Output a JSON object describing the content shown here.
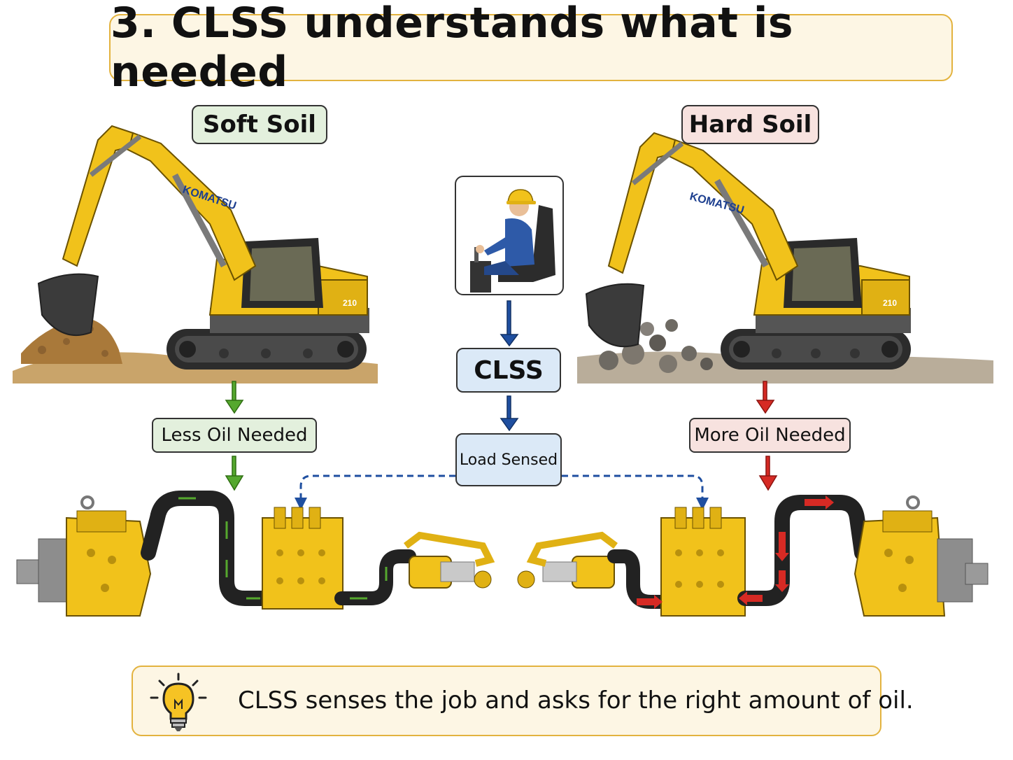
{
  "title": "3.  CLSS understands what is needed",
  "left": {
    "label": "Soft Soil",
    "need": "Less Oil Needed",
    "brand": "KOMATSU",
    "model": "210"
  },
  "right": {
    "label": "Hard Soil",
    "need": "More Oil Needed",
    "brand": "KOMATSU",
    "model": "210"
  },
  "center": {
    "system": "CLSS",
    "signal": "Load Sensed"
  },
  "tip": {
    "text": "CLSS senses the job and asks for the right amount of oil.",
    "icon": "lightbulb-icon"
  },
  "colors": {
    "accent": "#e3b33f",
    "machine_yellow": "#f1c21b",
    "soft_green": "#55a82e",
    "hard_red": "#d62a24",
    "signal_blue": "#1f4fa0"
  }
}
